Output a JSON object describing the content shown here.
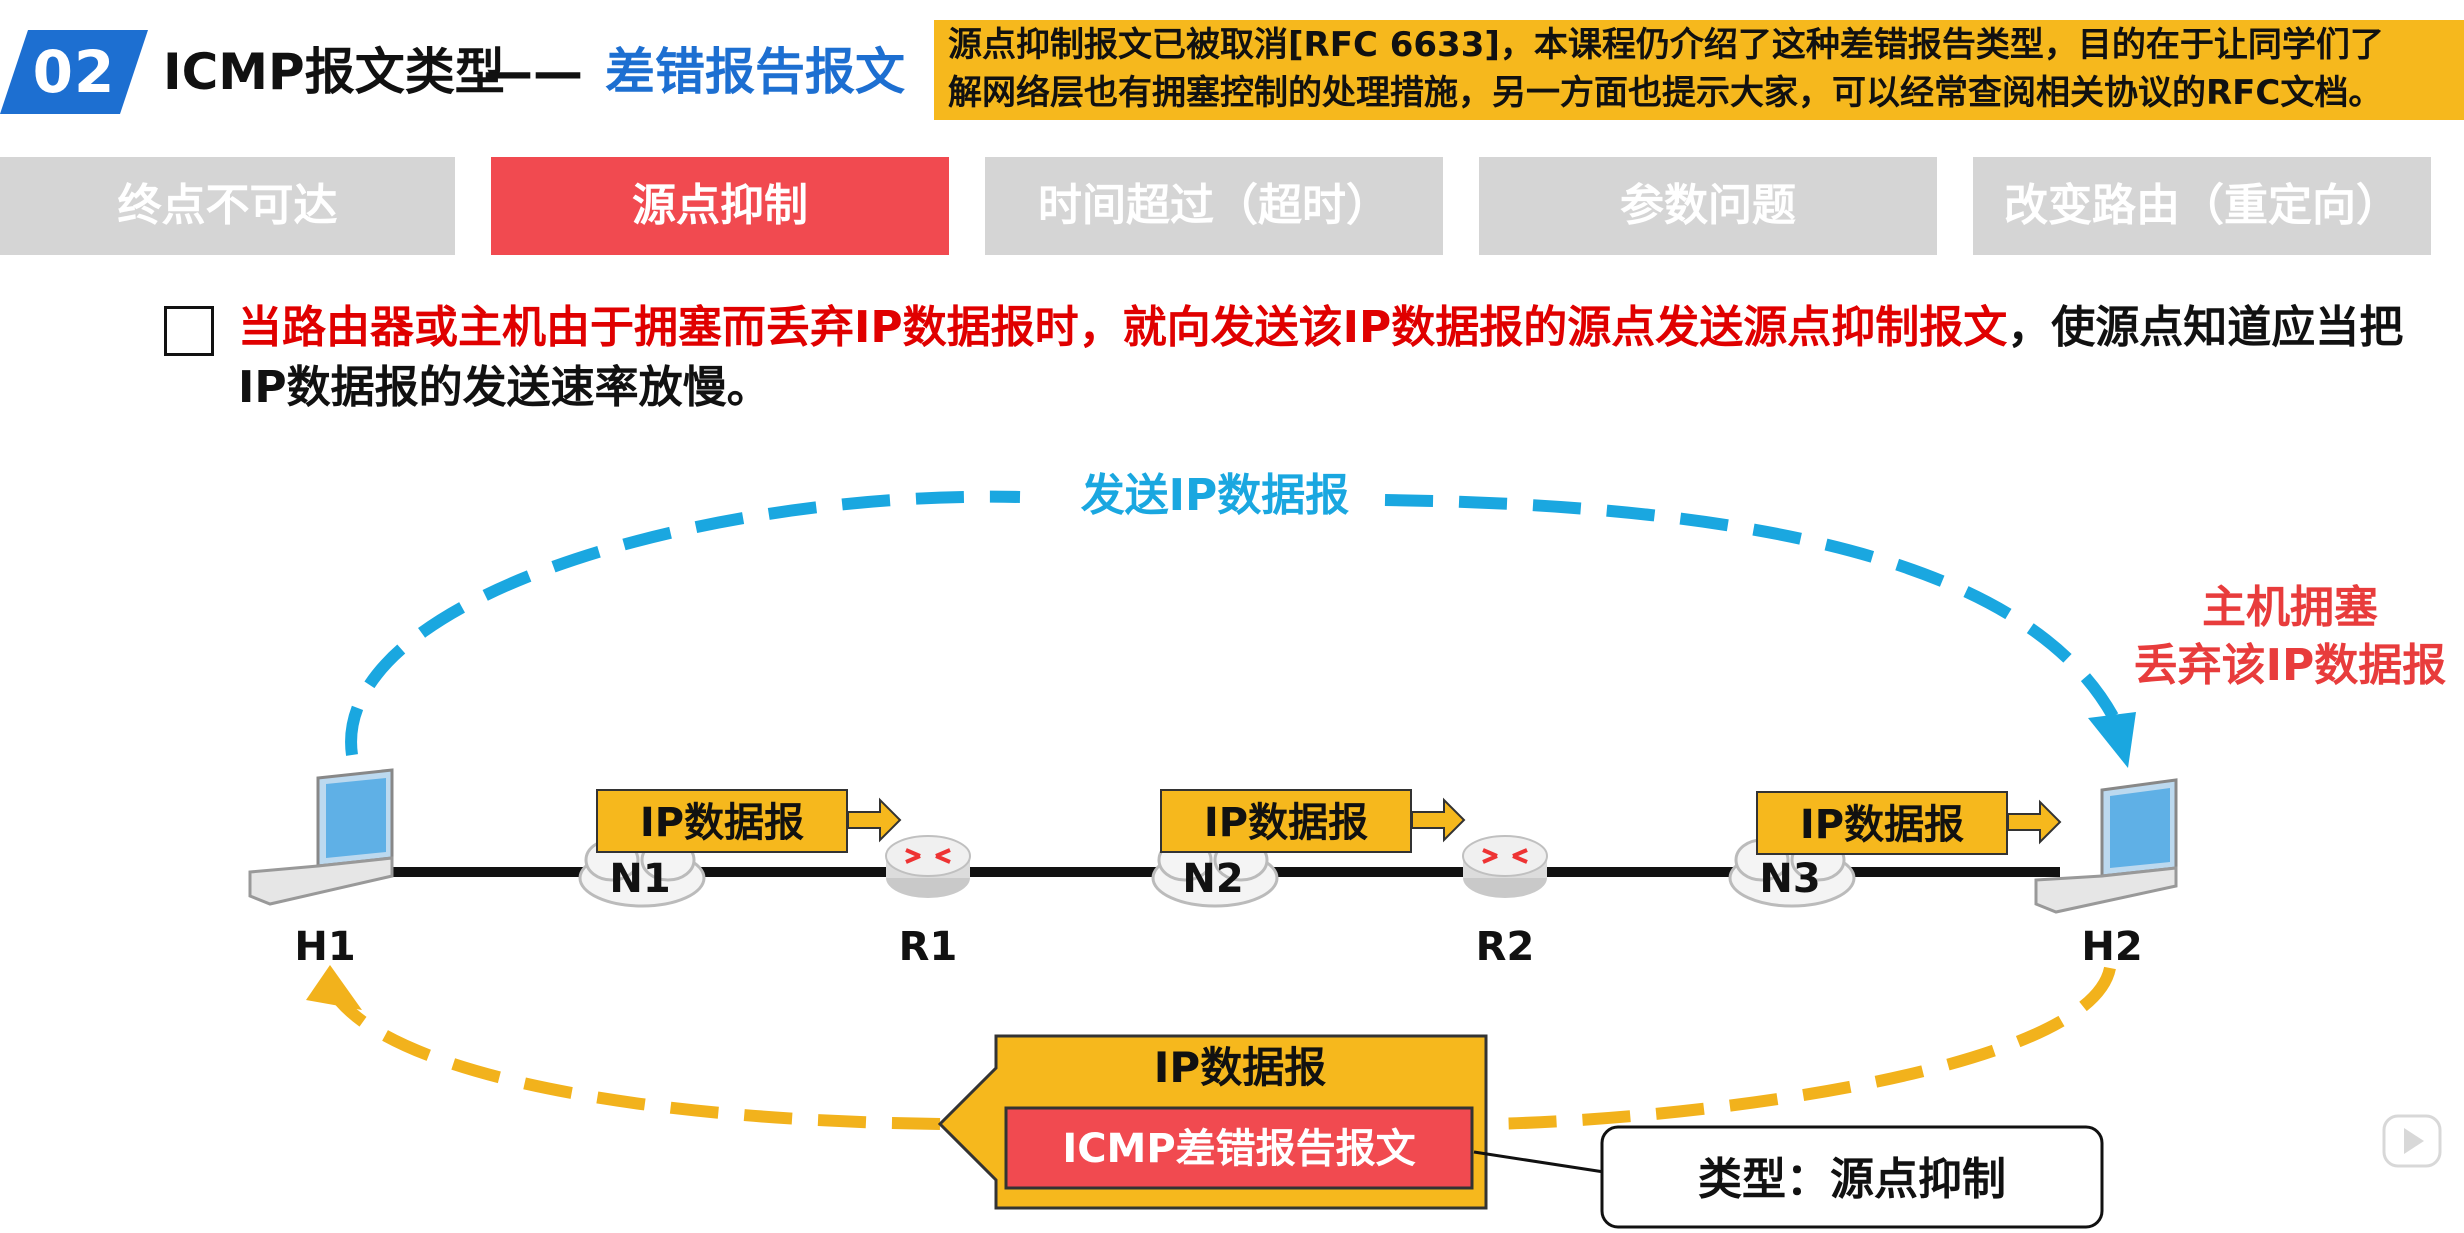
{
  "header": {
    "number": "02",
    "title": "ICMP报文类型",
    "dash": "——",
    "subtitle": "差错报告报文",
    "note_line1": "源点抑制报文已被取消[RFC 6633]，本课程仍介绍了这种差错报告类型，目的在于让同学们了",
    "note_line2": "解网络层也有拥塞控制的处理措施，另一方面也提示大家，可以经常查阅相关协议的RFC文档。"
  },
  "tabs": [
    {
      "label": "终点不可达",
      "active": false
    },
    {
      "label": "源点抑制",
      "active": true
    },
    {
      "label": "时间超过（超时）",
      "active": false
    },
    {
      "label": "参数问题",
      "active": false
    },
    {
      "label": "改变路由（重定向）",
      "active": false
    }
  ],
  "description": {
    "red_part": "当路由器或主机由于拥塞而丢弃IP数据报时，就向发送该IP数据报的源点发送源点抑制报文",
    "black_part": "，使源点知道应当把IP数据报的发送速率放慢。"
  },
  "diagram": {
    "send_label": "发送IP数据报",
    "congestion_line1": "主机拥塞",
    "congestion_line2": "丢弃该IP数据报",
    "hosts": [
      "H1",
      "H2"
    ],
    "routers": [
      "R1",
      "R2"
    ],
    "networks": [
      "N1",
      "N2",
      "N3"
    ],
    "packet_label": "IP数据报",
    "return_packet_label": "IP数据报",
    "icmp_label": "ICMP差错报告报文",
    "type_label": "类型：源点抑制",
    "colors": {
      "send_arc": "#1aa7e0",
      "return_arc": "#f2b21c",
      "packet_fill": "#f6b81d",
      "icmp_fill": "#f14a50",
      "accent_blue": "#1d6fd1",
      "alert_red": "#e83c3c"
    }
  }
}
